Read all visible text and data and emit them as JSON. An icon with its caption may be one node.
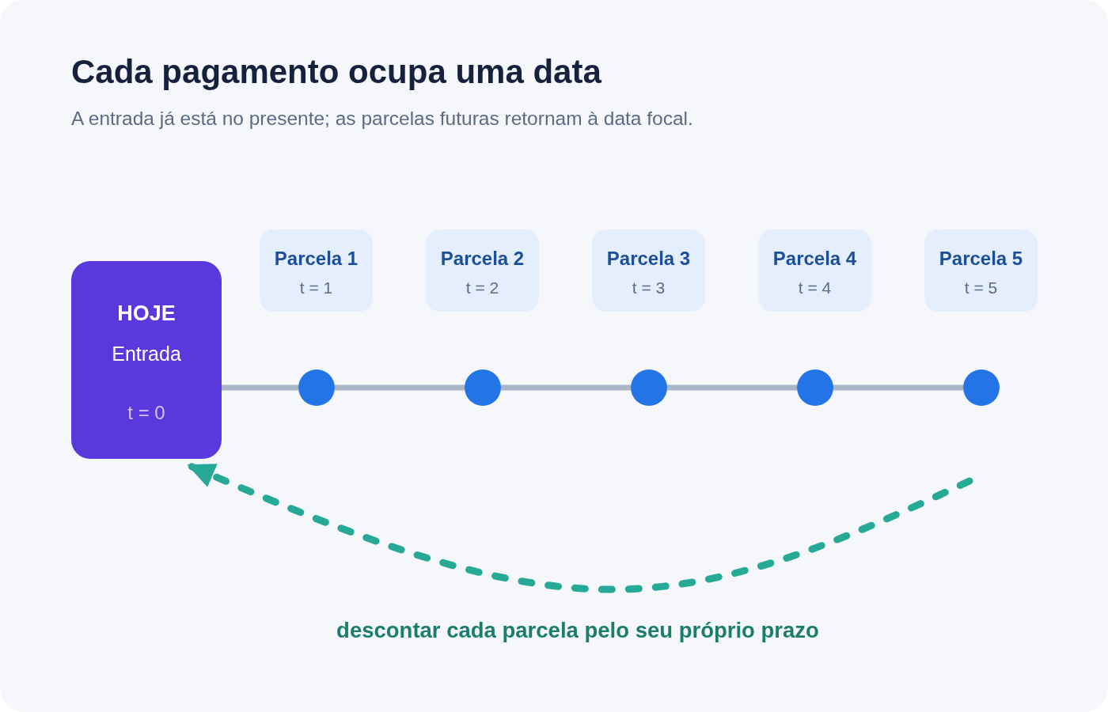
{
  "diagram": {
    "title": "Cada pagamento ocupa uma data",
    "nodes": [
      {
        "text": [
          "HOJE",
          "Entrada",
          "t = 0"
        ]
      },
      {
        "text": [
          "Parcela 1",
          "t = 1"
        ]
      },
      {
        "text": [
          "Parcela 2",
          "t = 2"
        ]
      },
      {
        "text": [
          "Parcela 3",
          "t = 3"
        ]
      },
      {
        "text": [
          "Parcela 4",
          "t = 4"
        ]
      },
      {
        "text": [
          "Parcela 5",
          "t = 5"
        ]
      },
      {
        "text": [],
        "shape": "circle"
      },
      {
        "text": [],
        "shape": "circle"
      },
      {
        "text": [],
        "shape": "circle"
      },
      {
        "text": [],
        "shape": "circle"
      },
      {
        "text": [],
        "shape": "circle"
      }
    ],
    "edges": [
      {
        "from": 0,
        "to": 6,
        "arrow": "none"
      },
      {
        "from": 6,
        "to": 7,
        "arrow": "none"
      },
      {
        "from": 7,
        "to": 8,
        "arrow": "none"
      },
      {
        "from": 8,
        "to": 9,
        "arrow": "none"
      },
      {
        "from": 9,
        "to": 10,
        "arrow": "none"
      },
      {
        "from": null,
        "to": 0,
        "arrow": "to",
        "label": "descontar cada parcela pelo seu próprio prazo",
        "style": "dashed",
        "color": "#26a996"
      }
    ],
    "labels": [
      "A entrada já está no presente; as parcelas futuras retornam à data focal."
    ]
  }
}
